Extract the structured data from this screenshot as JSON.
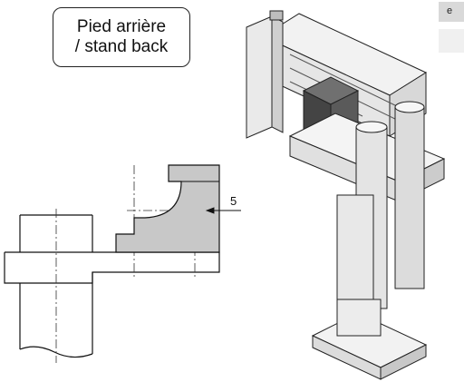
{
  "callout": {
    "line1": "Pied arrière",
    "line2": "/ stand back"
  },
  "dimension": {
    "value": "5"
  },
  "corner_tab": {
    "text": "e"
  }
}
